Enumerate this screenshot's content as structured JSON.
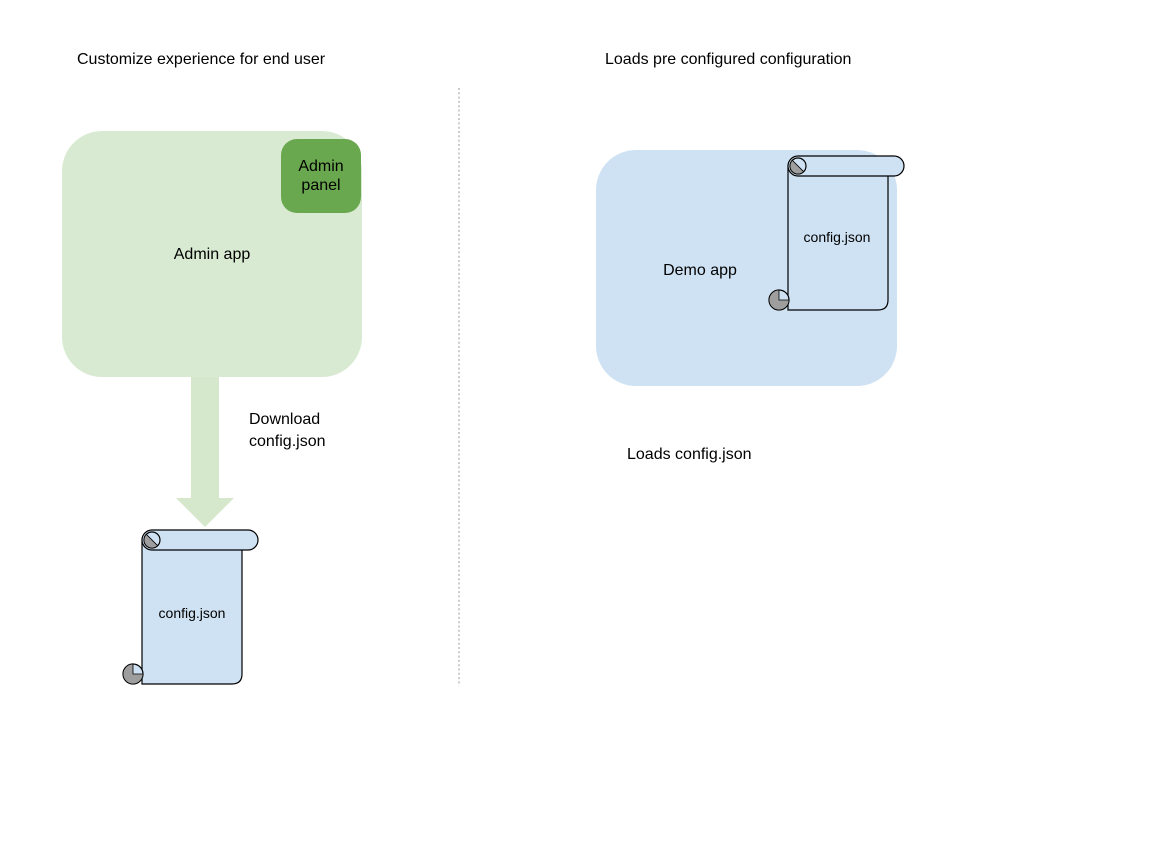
{
  "left": {
    "title": "Customize experience for end user",
    "admin_app_label": "Admin app",
    "admin_panel_label": "Admin panel",
    "arrow_label": "Download\nconfig.json",
    "scroll_label": "config.json"
  },
  "right": {
    "title": "Loads pre configured configuration",
    "demo_app_label": "Demo app",
    "scroll_label": "config.json",
    "caption": "Loads config.json"
  },
  "colors": {
    "admin_app_fill": "#d9ead3",
    "admin_panel_fill": "#6aa84f",
    "arrow_fill": "#d6e8cb",
    "demo_app_fill": "#cfe2f3",
    "scroll_fill": "#cfe2f3",
    "scroll_curl_fill": "#9e9e9e",
    "shape_outline": "#000000",
    "divider_color": "#999999",
    "text_color": "#000000"
  }
}
